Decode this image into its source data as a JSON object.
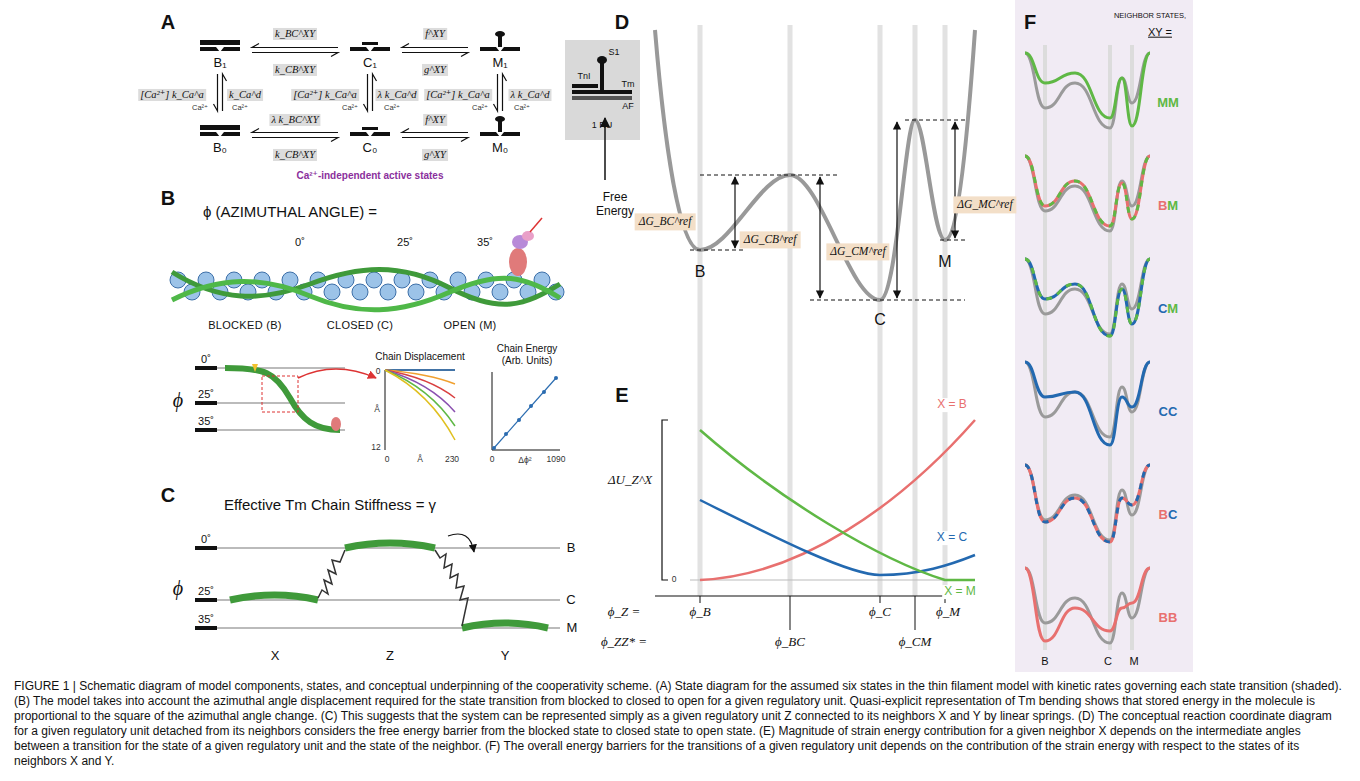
{
  "diagram": {
    "caption": "FIGURE 1 | Schematic diagram of model components, states, and conceptual underpinning of the cooperativity scheme. (A) State diagram for the assumed six states in the thin filament model with kinetic rates governing each state transition (shaded). (B) The model takes into account the azimuthal angle displacement required for the state transition from blocked to closed to open for a given regulatory unit. Quasi-explicit representation of Tm bending shows that stored energy in the molecule is proportional to the square of the azimuthal angle change. (C) This suggests that the system can be represented simply as a given regulatory unit Z connected to its neighbors X and Y by linear springs. (D) The conceptual reaction coordinate diagram for a given regulatory unit detached from its neighbors considers the free energy barrier from the blocked state to closed state to open state. (E) Magnitude of strain energy contribution for a given neighbor X depends on the intermediate angles between a transition for the state of a given regulatory unit and the state of the neighbor. (F) The overall energy barriers for the transitions of a given regulatory unit depends on the contribution of the strain energy with respect to the states of its neighbors X and Y.",
    "nodes": [
      {
        "text": [
          "B₁"
        ]
      },
      {
        "text": [
          "C₁"
        ]
      },
      {
        "text": [
          "M₁"
        ]
      },
      {
        "text": [
          "B₀"
        ]
      },
      {
        "text": [
          "C₀"
        ]
      },
      {
        "text": [
          "M₀"
        ]
      }
    ],
    "edges": [
      {
        "from": 0,
        "to": 1,
        "arrow": "both"
      },
      {
        "from": 1,
        "to": 2,
        "arrow": "both"
      },
      {
        "from": 3,
        "to": 4,
        "arrow": "both"
      },
      {
        "from": 4,
        "to": 5,
        "arrow": "both"
      },
      {
        "from": 0,
        "to": 3,
        "arrow": "both"
      },
      {
        "from": 1,
        "to": 4,
        "arrow": "both"
      },
      {
        "from": 2,
        "to": 5,
        "arrow": "both"
      }
    ],
    "labels": [
      "A",
      "B",
      "C",
      "D",
      "E",
      "F",
      "k_BC^XY",
      "k_CB^XY",
      "f^XY",
      "g^XY",
      "[Ca²⁺] k_Ca^a",
      "k_Ca^d",
      "[Ca²⁺] k_Ca^a",
      "λ k_Ca^d",
      "[Ca²⁺] k_Ca^a",
      "λ k_Ca^d",
      "λ k_BC^XY",
      "k_CB^XY",
      "f^XY",
      "g^XY",
      "Ca²⁺",
      "Ca²⁺",
      "Ca²⁺",
      "Ca²⁺",
      "Ca²⁺",
      "Ca²⁺",
      "Ca²⁺-independent active states",
      "S1",
      "TnI",
      "Tm",
      "AF",
      "1 RU",
      "ϕ (AZIMUTHAL ANGLE) =",
      "0˚",
      "25˚",
      "35˚",
      "BLOCKED (B)",
      "CLOSED (C)",
      "OPEN (M)",
      "ϕ",
      "0˚",
      "25˚",
      "35˚",
      "Chain Displacement",
      "0",
      "Å",
      "12",
      "0",
      "Å",
      "230",
      "Chain Energy",
      "(Arb. Units)",
      "0",
      "Δϕ²",
      "1090",
      "Effective Tm Chain Stiffness = γ",
      "ϕ",
      "0˚",
      "25˚",
      "35˚",
      "B",
      "C",
      "M",
      "X",
      "Z",
      "Y",
      "Free Energy",
      "ΔG_BC^ref",
      "ΔG_CB^ref",
      "ΔG_CM^ref",
      "ΔG_MC^ref",
      "B",
      "C",
      "M",
      "ΔU_Z^X",
      "0",
      "X = B",
      "X = C",
      "X = M",
      "ϕ_Z =",
      "ϕ_B",
      "ϕ_ZZ* =",
      "ϕ_BC",
      "ϕ_C",
      "ϕ_CM",
      "ϕ_M",
      "NEIGHBOR STATES,",
      "XY =",
      "MM",
      "BM",
      "CM",
      "CC",
      "BC",
      "BB",
      "B",
      "C",
      "M"
    ]
  }
}
